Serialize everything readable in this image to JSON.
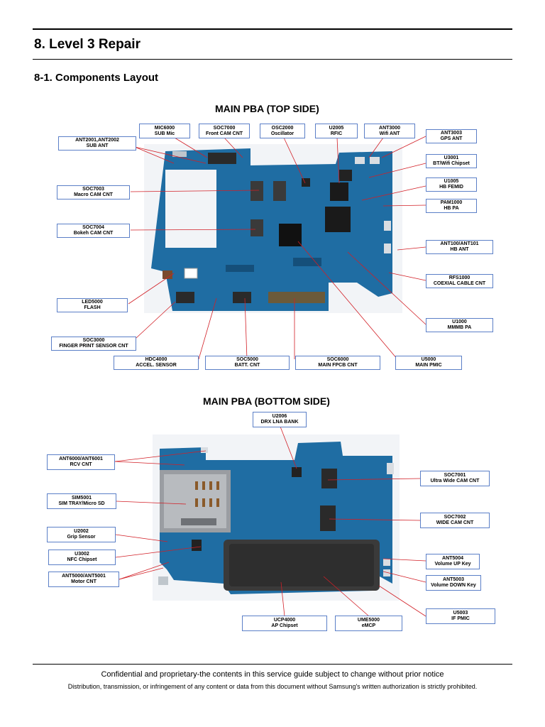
{
  "heading": "8. Level 3 Repair",
  "subheading": "8-1. Components Layout",
  "top_title": "MAIN PBA (TOP SIDE)",
  "bottom_title": "MAIN PBA (BOTTOM SIDE)",
  "top_labels": [
    {
      "l1": "MIC6000",
      "l2": "SUB Mic"
    },
    {
      "l1": "SOC7000",
      "l2": "Front CAM CNT"
    },
    {
      "l1": "OSC2000",
      "l2": "Oscillator"
    },
    {
      "l1": "U2005",
      "l2": "RFIC"
    },
    {
      "l1": "ANT3000",
      "l2": "Wifi ANT"
    },
    {
      "l1": "ANT2001,ANT2002",
      "l2": "SUB ANT"
    },
    {
      "l1": "ANT3003",
      "l2": "GPS ANT"
    },
    {
      "l1": "U3001",
      "l2": "BT/Wifi Chipset"
    },
    {
      "l1": "SOC7003",
      "l2": "Macro CAM CNT"
    },
    {
      "l1": "U1005",
      "l2": "HB FEMID"
    },
    {
      "l1": "PAM1000",
      "l2": "HB PA"
    },
    {
      "l1": "SOC7004",
      "l2": "Bokeh CAM CNT"
    },
    {
      "l1": "ANT100/ANT101",
      "l2": "HB ANT"
    },
    {
      "l1": "RFS1000",
      "l2": "COEXIAL CABLE CNT"
    },
    {
      "l1": "LED5000",
      "l2": "FLASH"
    },
    {
      "l1": "U1000",
      "l2": "MMMB PA"
    },
    {
      "l1": "SOC3000",
      "l2": "FINGER PRINT SENSOR CNT"
    },
    {
      "l1": "HDC4000",
      "l2": "ACCEL. SENSOR"
    },
    {
      "l1": "SOC5000",
      "l2": "BATT. CNT"
    },
    {
      "l1": "SOC6000",
      "l2": "MAIN FPCB CNT"
    },
    {
      "l1": "U5000",
      "l2": "MAIN PMIC"
    }
  ],
  "bottom_labels": [
    {
      "l1": "U2006",
      "l2": "DRX LNA BANK"
    },
    {
      "l1": "ANT6000/ANT6001",
      "l2": "RCV CNT"
    },
    {
      "l1": "SOC7001",
      "l2": "Ultra Wide CAM CNT"
    },
    {
      "l1": "SIM5001",
      "l2": "SIM TRAY/Micro SD"
    },
    {
      "l1": "SOC7002",
      "l2": "WIDE CAM CNT"
    },
    {
      "l1": "U2002",
      "l2": "Grip Sensor"
    },
    {
      "l1": "U3002",
      "l2": "NFC Chipset"
    },
    {
      "l1": "ANT5004",
      "l2": "Volume UP Key"
    },
    {
      "l1": "ANT5000/ANT5001",
      "l2": "Motor CNT"
    },
    {
      "l1": "ANT5003",
      "l2": "Volume DOWN Key"
    },
    {
      "l1": "U5003",
      "l2": "IF PMIC"
    },
    {
      "l1": "UCP4000",
      "l2": "AP Chipset"
    },
    {
      "l1": "UME5000",
      "l2": "eMCP"
    }
  ],
  "footer_line1": "Confidential and proprietary-the contents in this service guide subject to change without prior notice",
  "footer_line2": "Distribution, transmission, or infringement of any content or data from this document without Samsung's written authorization is strictly prohibited.",
  "colors": {
    "board": "#1f6da3",
    "board_dark": "#154f7a",
    "shield": "#3a3a3a",
    "leader": "#d21f26",
    "label_border": "#5b7fc7"
  }
}
